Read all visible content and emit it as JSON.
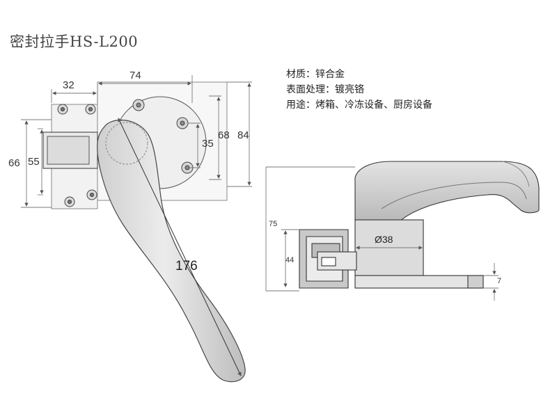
{
  "title": "密封拉手HS-L200",
  "specs": {
    "material": "材质：锌合金",
    "surface": "表面处理：镀亮铬",
    "usage": "用途：烤箱、冷冻设备、厨房设备"
  },
  "front_view_dimensions": {
    "width_small": "32",
    "width_large": "74",
    "height_inner_left": "55",
    "height_outer_left": "66",
    "hole_spacing": "35",
    "height_inner_right": "68",
    "height_outer_right": "84",
    "handle_length": "176"
  },
  "side_view_dimensions": {
    "overall_height": "75",
    "base_height": "44",
    "diameter": "Ø38",
    "plate_thickness": "7"
  },
  "colors": {
    "line": "#333333",
    "dim_line": "#777777",
    "metal_light": "#e6e6e6",
    "metal_mid": "#cfcfcf",
    "metal_dark": "#9a9a9a"
  }
}
